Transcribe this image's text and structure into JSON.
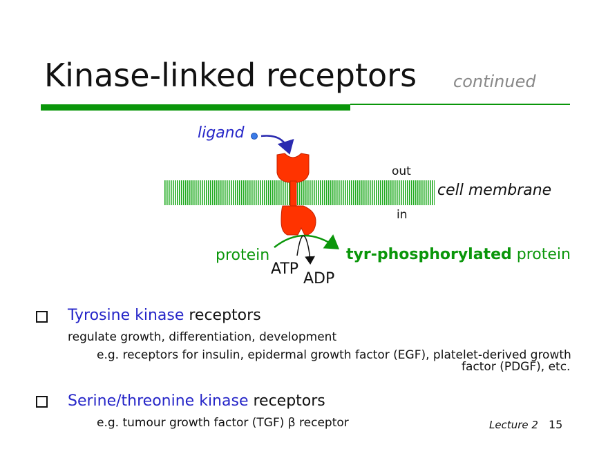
{
  "slide": {
    "title": "Kinase-linked receptors",
    "subtitle": "continued"
  },
  "diagram": {
    "ligand": "ligand",
    "out": "out",
    "in": "in",
    "membrane": "cell membrane",
    "protein": "protein",
    "atp": "ATP",
    "adp": "ADP",
    "product_bold": "tyr-phosphorylated",
    "product_rest": " protein"
  },
  "bullets": [
    {
      "heading_blue": "Tyrosine kinase",
      "heading_rest": " receptors",
      "lines": [
        "regulate growth, differentiation, development",
        "e.g. receptors for insulin, epidermal growth factor (EGF), platelet-derived growth",
        "factor (PDGF), etc."
      ]
    },
    {
      "heading_blue": "Serine/threonine kinase",
      "heading_rest": " receptors",
      "lines": [
        "e.g. tumour growth factor (TGF) β receptor"
      ]
    }
  ],
  "footer": {
    "lecture": "Lecture 2",
    "page": "15"
  },
  "colors": {
    "accent_green": "#0a960a",
    "blue_text": "#2626c8",
    "receptor": "#ff3300",
    "ligand_dot": "#3a7be8"
  },
  "icons": {
    "bullet": "hollow-square-icon"
  }
}
